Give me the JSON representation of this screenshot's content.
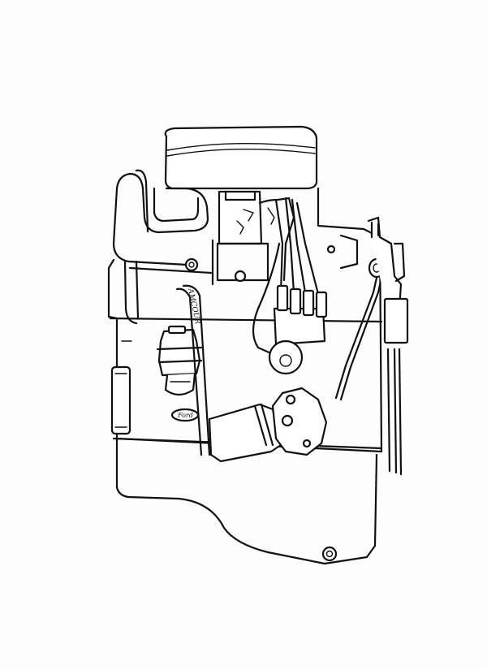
{
  "illustration": {
    "style": "black line-art drawing on white",
    "ink_color": "#111111",
    "paper_color": "#fdfdfd"
  },
  "labels": {
    "brand_badge": "Ford",
    "hose_marking": "AMCOUR"
  }
}
